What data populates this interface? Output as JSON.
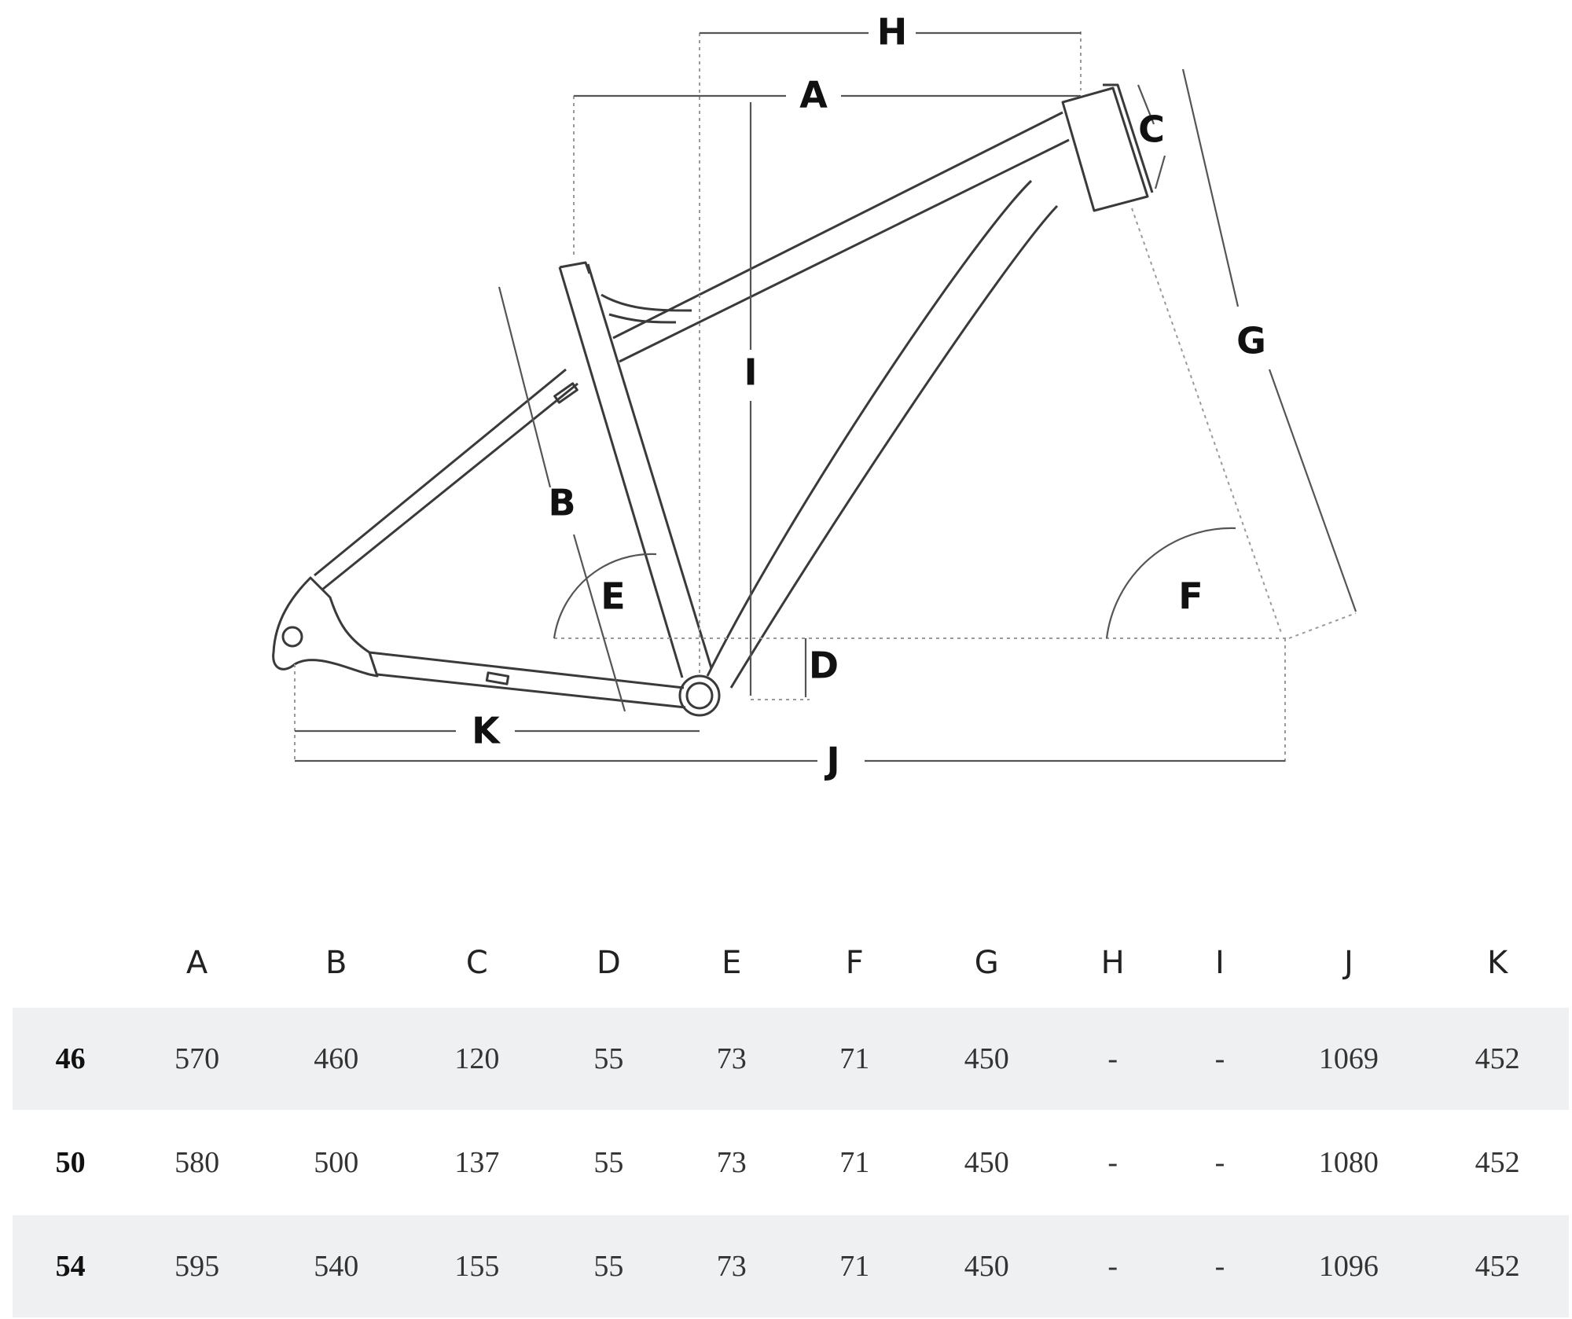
{
  "diagram": {
    "labels": {
      "A": "A",
      "B": "B",
      "C": "C",
      "D": "D",
      "E": "E",
      "F": "F",
      "G": "G",
      "H": "H",
      "I": "I",
      "J": "J",
      "K": "K"
    }
  },
  "table": {
    "headers": [
      "",
      "A",
      "B",
      "C",
      "D",
      "E",
      "F",
      "G",
      "H",
      "I",
      "J",
      "K"
    ],
    "rows": [
      [
        "46",
        "570",
        "460",
        "120",
        "55",
        "73",
        "71",
        "450",
        "-",
        "-",
        "1069",
        "452"
      ],
      [
        "50",
        "580",
        "500",
        "137",
        "55",
        "73",
        "71",
        "450",
        "-",
        "-",
        "1080",
        "452"
      ],
      [
        "54",
        "595",
        "540",
        "155",
        "55",
        "73",
        "71",
        "450",
        "-",
        "-",
        "1096",
        "452"
      ]
    ]
  }
}
